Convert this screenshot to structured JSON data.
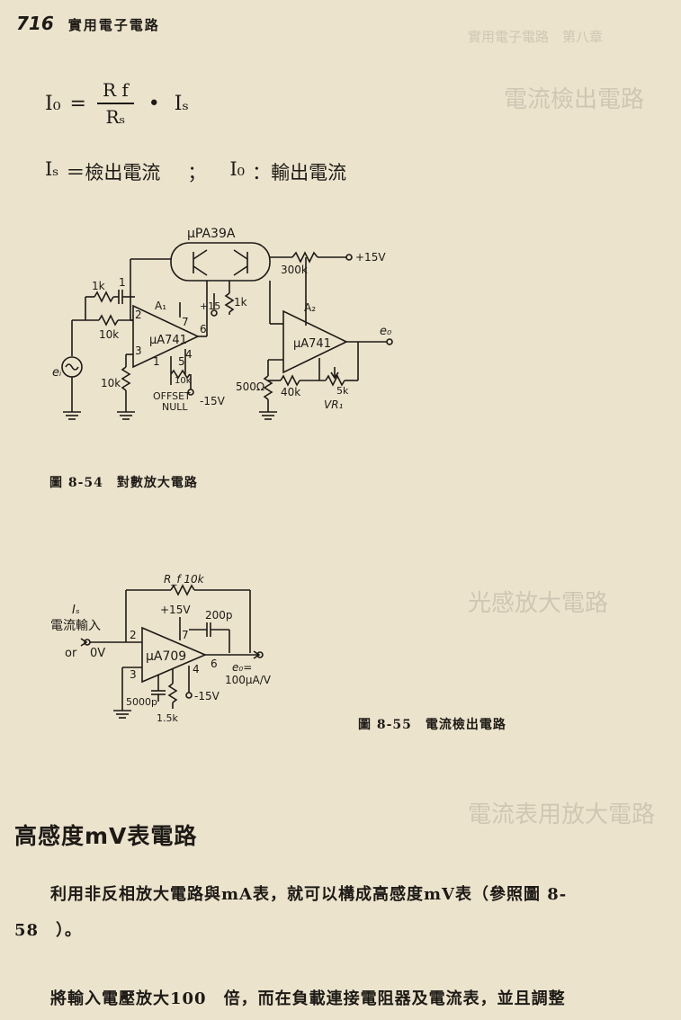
{
  "header": {
    "page_number": "716",
    "book_title": "實用電子電路"
  },
  "formula": {
    "lhs": "I₀",
    "eq": "=",
    "num": "R f",
    "den": "Rₛ",
    "dot": "•",
    "rhs": "Iₛ"
  },
  "definitions": {
    "left_sym": "Iₛ",
    "left_text": "＝檢出電流",
    "sep": "；",
    "right_sym": "I₀",
    "right_text": "：輸出電流"
  },
  "fig54": {
    "ic_top": "μPA39A",
    "r_300k": "300k",
    "plus15": "+15V",
    "r_1k": "1k",
    "c_1": "1",
    "r_10k": "10k",
    "a1": "A₁",
    "ic1": "μA741",
    "pin2": "2",
    "pin3": "3",
    "pin7": "7",
    "pin6": "6",
    "pin4": "4",
    "pin5": "5",
    "pin1": "1",
    "r_10k_b": "10k",
    "r_10k_c": "10k",
    "offset": "OFFSET",
    "null": "NULL",
    "minus15": "-15V",
    "r_1k_b": "1k",
    "plus15_v": "+15",
    "a2": "A₂",
    "ic2": "μA741",
    "eo": "e₀",
    "ei": "eᵢ",
    "r_500": "500Ω",
    "r_40k": "40k",
    "r_5k": "5k",
    "vr": "VR₁",
    "caption": "圖 8-54　對數放大電路"
  },
  "fig55": {
    "rf": "R_f 10k",
    "plus15": "+15V",
    "c_200p": "200p",
    "is": "Iₛ",
    "input": "電流輸入",
    "or": "or",
    "zero_v": "0V",
    "pin2": "2",
    "pin3": "3",
    "pin7": "7",
    "pin6": "6",
    "pin4": "4",
    "ic": "μA709",
    "eo": "e₀=",
    "scale": "100μA/V",
    "c_5000p": "5000p",
    "r_15k": "1.5k",
    "minus15": "-15V",
    "caption": "圖 8-55　電流檢出電路"
  },
  "section": {
    "title": "高感度mV表電路",
    "p1_line1": "利用非反相放大電路與mA表，就可以構成高感度mV表（參照圖 8-",
    "p1_line2": "58　）。",
    "p2_line1": "將輸入電壓放大100　倍，而在負載連接電阻器及電流表，並且調整"
  }
}
